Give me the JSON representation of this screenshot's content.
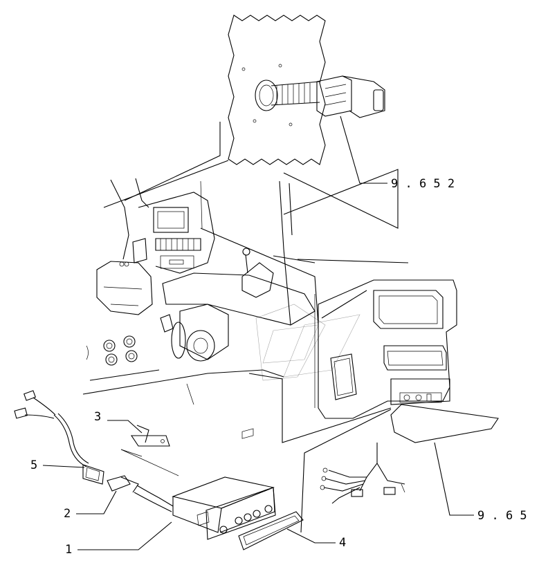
{
  "callouts": {
    "c1": "1",
    "c2": "2",
    "c3": "3",
    "c4": "4",
    "c5": "5"
  },
  "references": {
    "r9652": "9 . 6 5 2",
    "r965": "9 . 6 5"
  }
}
